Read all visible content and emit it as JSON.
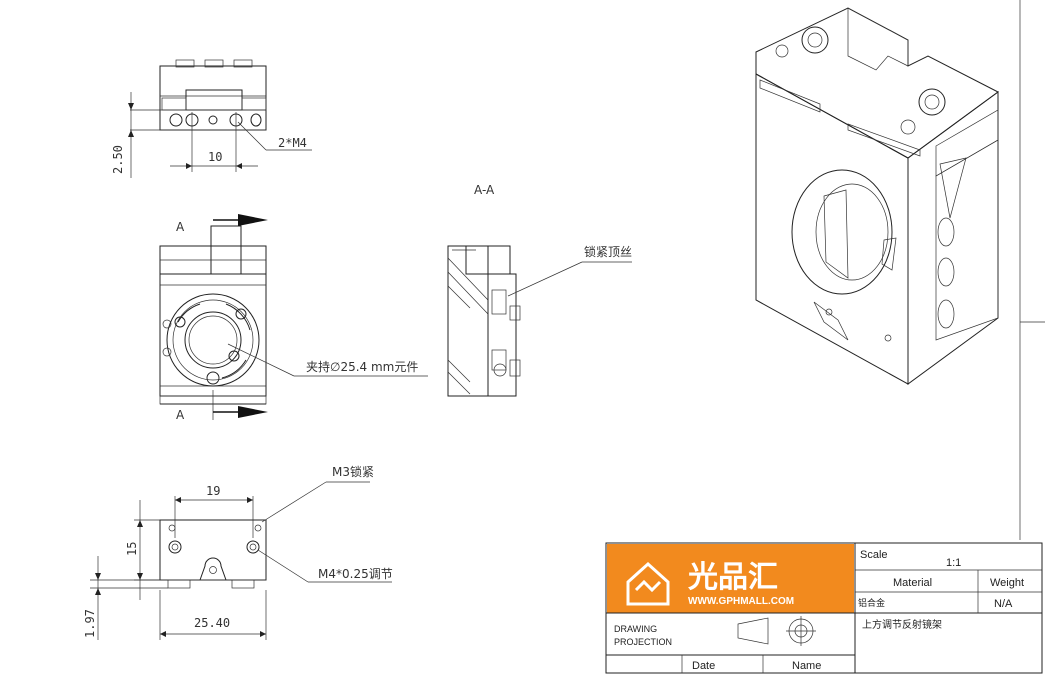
{
  "labels": {
    "dim_2_50": "2.50",
    "dim_10": "10",
    "callout_2m4": "2*M4",
    "section_a_top": "A",
    "section_a_bottom": "A",
    "section_title": "A-A",
    "callout_lock_screw": "锁紧顶丝",
    "callout_hold": "夹持∅25.4 mm元件",
    "callout_m3": "M3锁紧",
    "dim_19": "19",
    "dim_15": "15",
    "callout_m4_adjust": "M4*0.25调节",
    "dim_1_97": "1.97",
    "dim_25_40": "25.40"
  },
  "title_block": {
    "brand_cn": "光品汇",
    "brand_url": "WWW.GPHMALL.COM",
    "scale_label": "Scale",
    "scale_value": "1:1",
    "material_label": "Material",
    "weight_label": "Weight",
    "material_value": "铝合金",
    "weight_value": "N/A",
    "drawing_label": "DRAWING",
    "projection_label": "PROJECTION",
    "part_name": "上方调节反射镜架",
    "date_label": "Date",
    "name_label": "Name",
    "brand_color": "#f28a1e"
  }
}
